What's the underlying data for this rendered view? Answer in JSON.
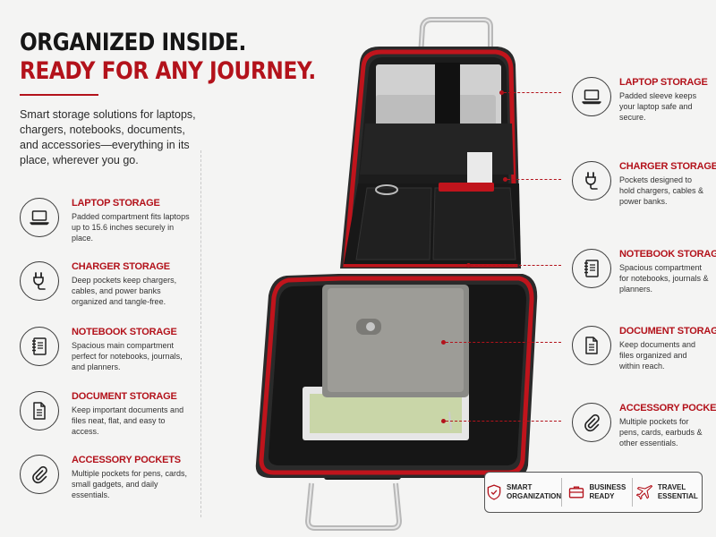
{
  "headline": {
    "line1": "ORGANIZED INSIDE.",
    "line2": "READY FOR ANY JOURNEY."
  },
  "intro": "Smart storage solutions for laptops, chargers, notebooks, documents, and accessories—everything in its place, wherever you go.",
  "left_features": [
    {
      "title": "LAPTOP STORAGE",
      "desc": "Padded compartment fits laptops up to 15.6 inches securely in place.",
      "icon": "laptop-icon"
    },
    {
      "title": "CHARGER STORAGE",
      "desc": "Deep pockets keep chargers, cables, and power banks organized and tangle-free.",
      "icon": "plug-icon"
    },
    {
      "title": "NOTEBOOK STORAGE",
      "desc": "Spacious main compartment perfect for notebooks, journals, and planners.",
      "icon": "notebook-icon"
    },
    {
      "title": "DOCUMENT STORAGE",
      "desc": "Keep important documents and files neat, flat, and easy to access.",
      "icon": "document-icon"
    },
    {
      "title": "ACCESSORY POCKETS",
      "desc": "Multiple pockets for pens, cards, small gadgets, and daily essentials.",
      "icon": "paperclip-icon"
    }
  ],
  "right_features": [
    {
      "title": "LAPTOP STORAGE",
      "desc": "Padded sleeve keeps your laptop safe and secure.",
      "icon": "laptop-icon"
    },
    {
      "title": "CHARGER STORAGE",
      "desc": "Pockets designed to hold chargers, cables & power banks.",
      "icon": "plug-icon"
    },
    {
      "title": "NOTEBOOK STORAGE",
      "desc": "Spacious compartment for notebooks, journals & planners.",
      "icon": "notebook-icon"
    },
    {
      "title": "DOCUMENT STORAGE",
      "desc": "Keep documents and files organized and within reach.",
      "icon": "document-icon"
    },
    {
      "title": "ACCESSORY POCKETS",
      "desc": "Multiple pockets for pens, cards, earbuds & other essentials.",
      "icon": "paperclip-icon"
    }
  ],
  "badges": [
    {
      "line1": "SMART",
      "line2": "ORGANIZATION",
      "icon": "shield-check-icon"
    },
    {
      "line1": "BUSINESS",
      "line2": "READY",
      "icon": "briefcase-icon"
    },
    {
      "line1": "TRAVEL",
      "line2": "ESSENTIAL",
      "icon": "airplane-icon"
    }
  ],
  "colors": {
    "accent": "#b3121b",
    "headline": "#161616",
    "background": "#f4f4f3",
    "bag_shell": "#2a2a2a",
    "bag_interior": "#1a1a1a",
    "zipper_trim": "#c0141c"
  }
}
